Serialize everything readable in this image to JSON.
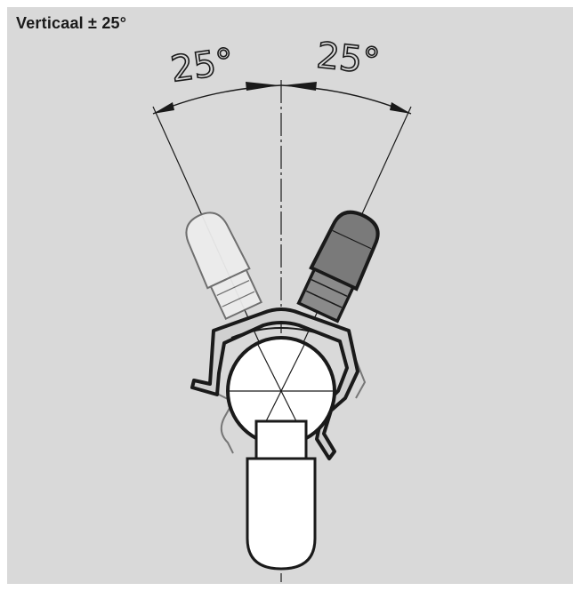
{
  "heading": "Verticaal ± 25°",
  "angle_left_label": "25°",
  "angle_right_label": "25°",
  "colors": {
    "background": "#d9d9d9",
    "line": "#1a1a1a",
    "lamp_active": "#7a7a7a",
    "lamp_ghost": "#e6e6e6"
  }
}
